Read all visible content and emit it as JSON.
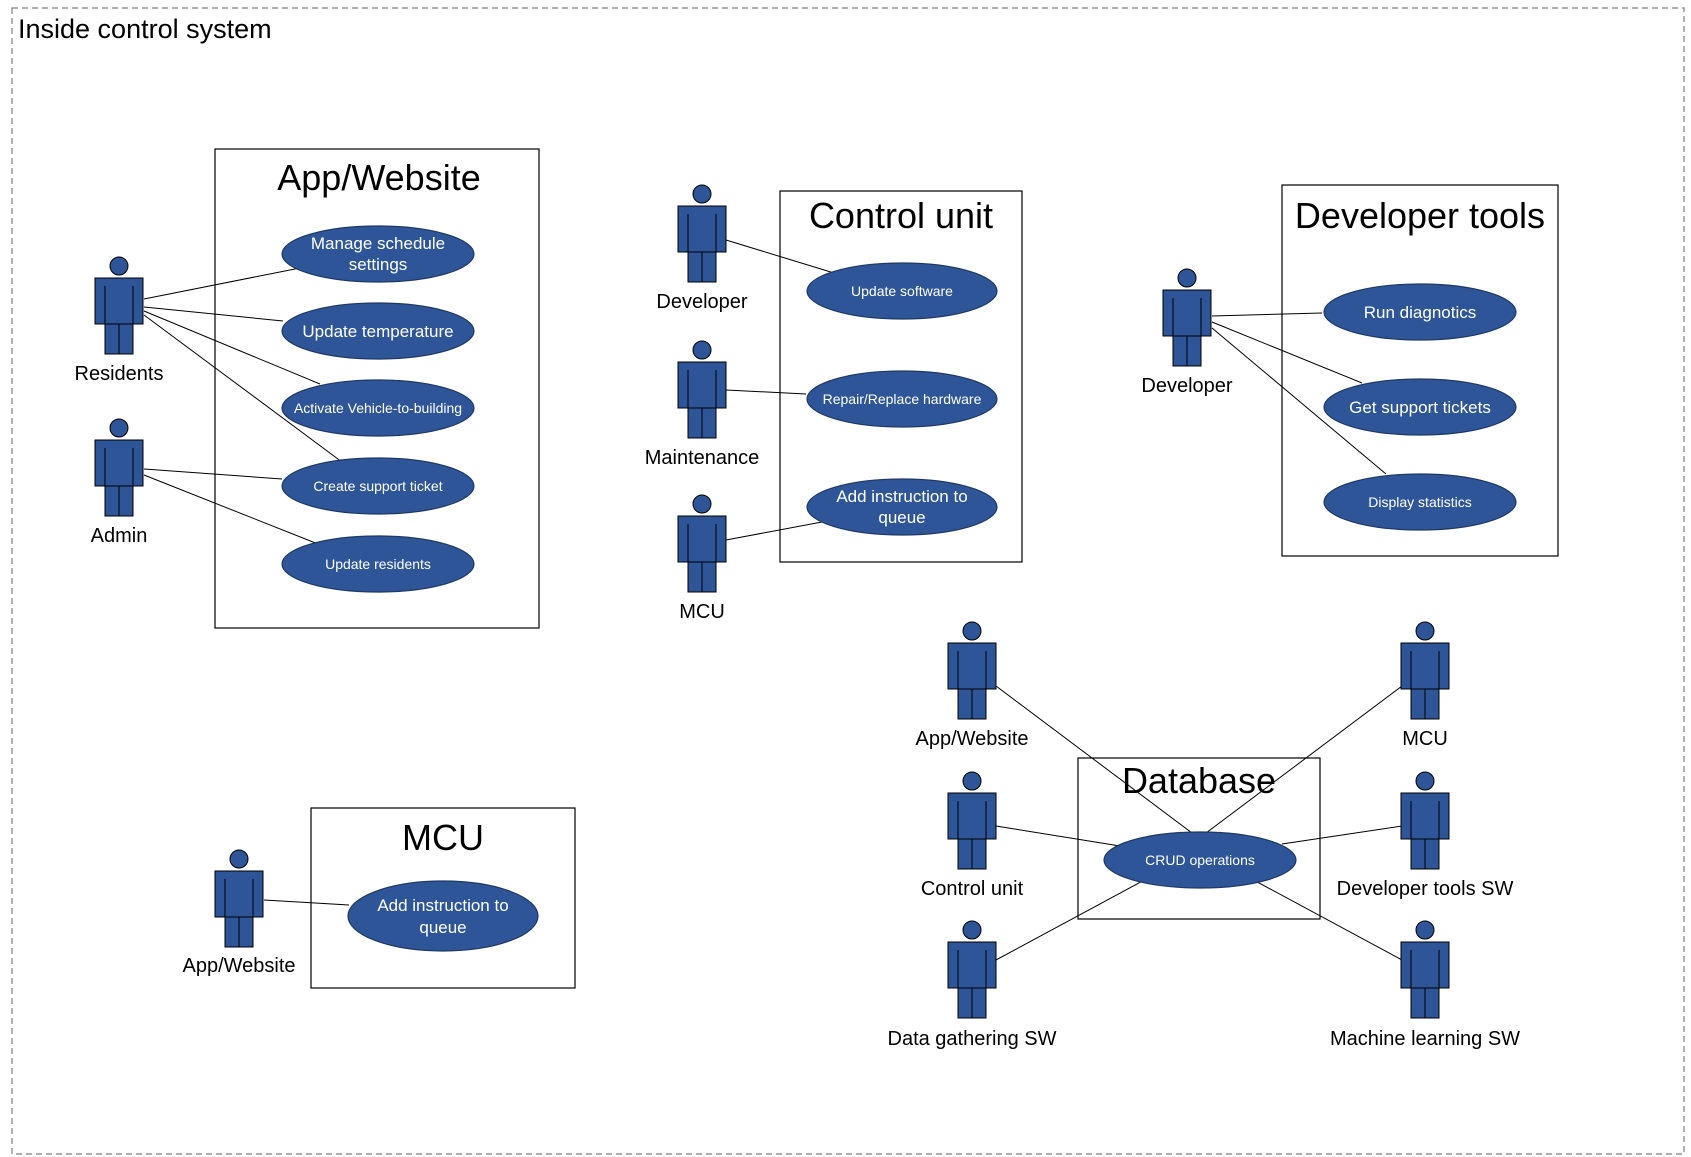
{
  "frame_title": "Inside control system",
  "colors": {
    "actor": "#2e5597",
    "usecase": "#2e5597",
    "box_border": "#000000",
    "frame_border": "#7f7f7f"
  },
  "icons": {
    "actor": "stick-actor-icon"
  },
  "boxes": {
    "app_website": {
      "title": "App/Website",
      "usecases": {
        "manage_schedule": [
          "Manage schedule",
          "settings"
        ],
        "update_temperature": [
          "Update temperature"
        ],
        "activate_v2b": [
          "Activate Vehicle-to-building"
        ],
        "create_ticket": [
          "Create support ticket"
        ],
        "update_residents": [
          "Update residents"
        ]
      },
      "actors": {
        "residents": "Residents",
        "admin": "Admin"
      }
    },
    "control_unit": {
      "title": "Control unit",
      "usecases": {
        "update_software": [
          "Update software"
        ],
        "repair_hardware": [
          "Repair/Replace hardware"
        ],
        "add_instruction": [
          "Add instruction to",
          "queue"
        ]
      },
      "actors": {
        "developer": "Developer",
        "maintenance": "Maintenance",
        "mcu": "MCU"
      }
    },
    "developer_tools": {
      "title": "Developer tools",
      "usecases": {
        "run_diagnostics": [
          "Run diagnotics"
        ],
        "get_tickets": [
          "Get support tickets"
        ],
        "display_stats": [
          "Display statistics"
        ]
      },
      "actors": {
        "developer": "Developer"
      }
    },
    "mcu": {
      "title": "MCU",
      "usecases": {
        "add_instruction": [
          "Add instruction to",
          "queue"
        ]
      },
      "actors": {
        "app_website": "App/Website"
      }
    },
    "database": {
      "title": "Database",
      "usecases": {
        "crud": [
          "CRUD operations"
        ]
      },
      "actors": {
        "app_website": "App/Website",
        "control_unit": "Control unit",
        "data_gathering": "Data gathering SW",
        "mcu": "MCU",
        "dev_tools_sw": "Developer tools SW",
        "ml_sw": "Machine learning SW"
      }
    }
  }
}
